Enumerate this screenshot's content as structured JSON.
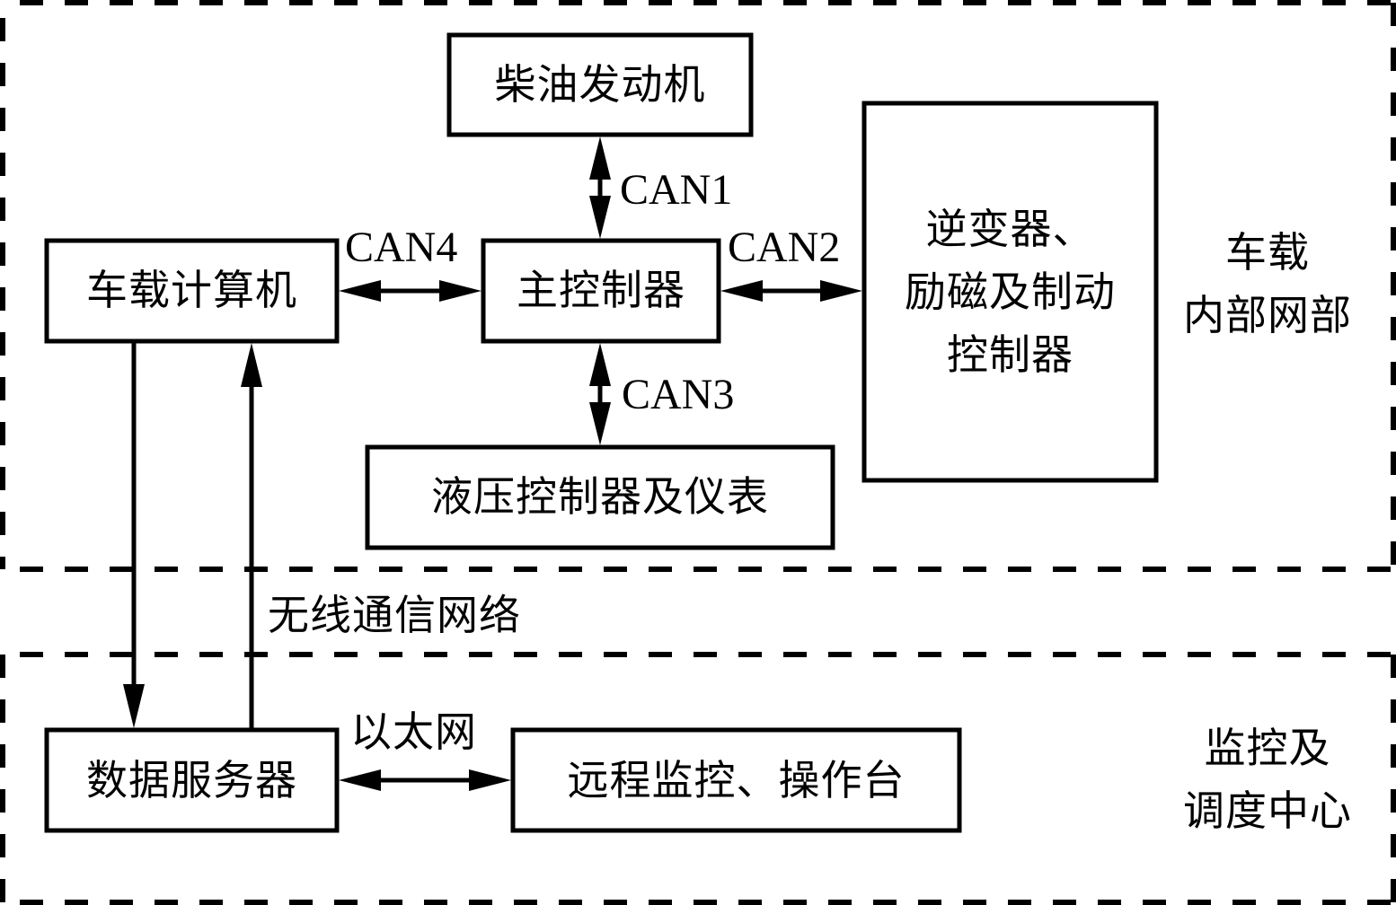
{
  "diagram": {
    "regions": {
      "vehicle": {
        "label_line1": "车载",
        "label_line2": "内部网部"
      },
      "wireless": {
        "label": "无线通信网络"
      },
      "center": {
        "label_line1": "监控及",
        "label_line2": "调度中心"
      }
    },
    "nodes": {
      "diesel_engine": "柴油发动机",
      "main_controller": "主控制器",
      "onboard_computer": "车载计算机",
      "inverter_line1": "逆变器、",
      "inverter_line2": "励磁及制动",
      "inverter_line3": "控制器",
      "hydraulic": "液压控制器及仪表",
      "data_server": "数据服务器",
      "remote_console": "远程监控、操作台"
    },
    "links": {
      "can1": "CAN1",
      "can2": "CAN2",
      "can3": "CAN3",
      "can4": "CAN4",
      "ethernet": "以太网"
    },
    "edges": [
      {
        "from": "diesel_engine",
        "to": "main_controller",
        "label": "CAN1",
        "direction": "bidirectional"
      },
      {
        "from": "main_controller",
        "to": "inverter_controller",
        "label": "CAN2",
        "direction": "bidirectional"
      },
      {
        "from": "main_controller",
        "to": "hydraulic",
        "label": "CAN3",
        "direction": "bidirectional"
      },
      {
        "from": "onboard_computer",
        "to": "main_controller",
        "label": "CAN4",
        "direction": "bidirectional"
      },
      {
        "from": "onboard_computer",
        "to": "data_server",
        "label": "无线通信网络",
        "direction": "forward"
      },
      {
        "from": "data_server",
        "to": "onboard_computer",
        "label": "无线通信网络",
        "direction": "forward"
      },
      {
        "from": "data_server",
        "to": "remote_console",
        "label": "以太网",
        "direction": "bidirectional"
      }
    ]
  }
}
